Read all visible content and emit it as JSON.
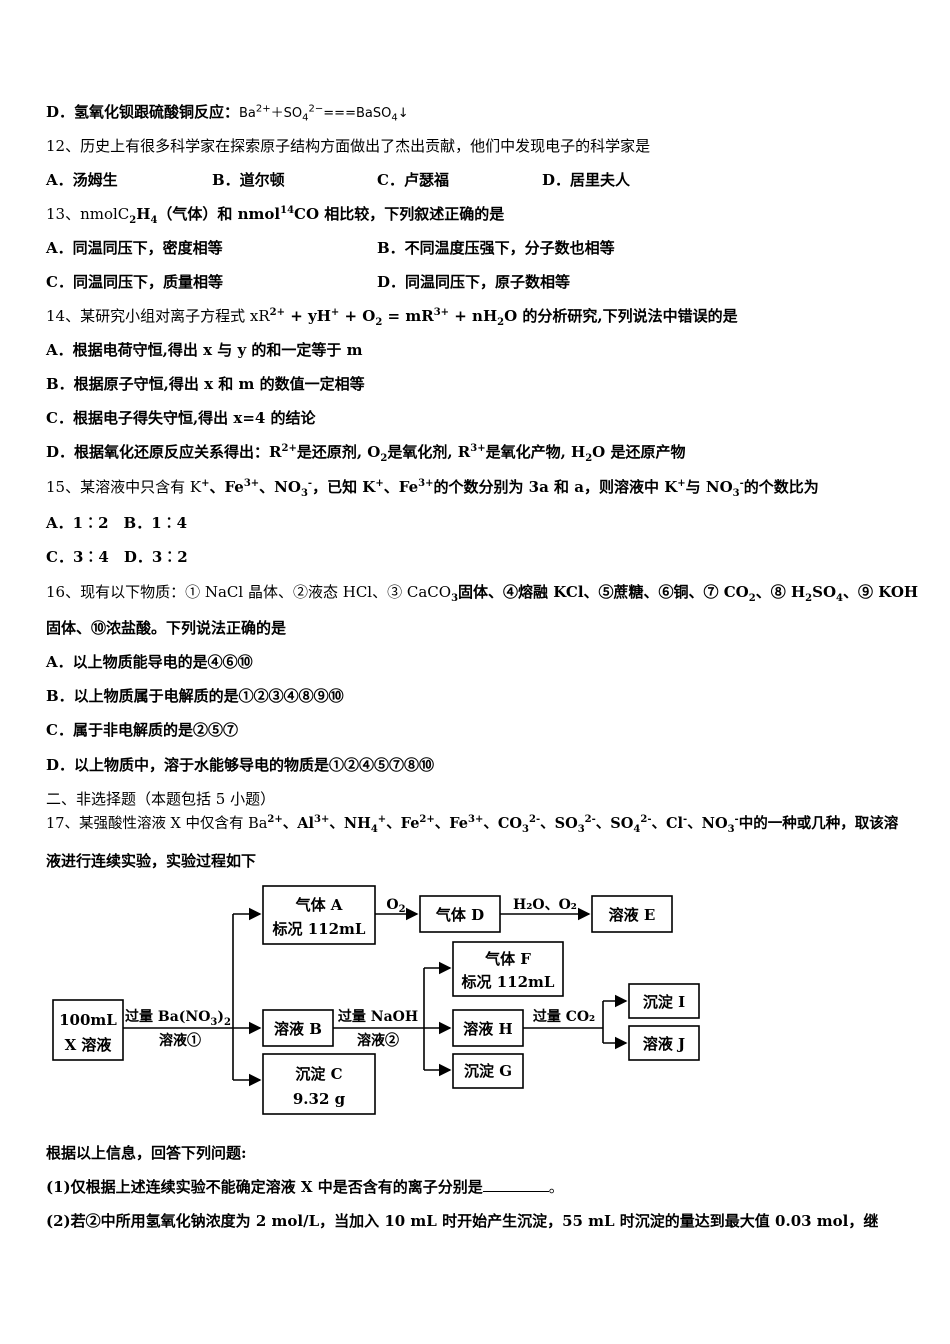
{
  "q11d": {
    "label": "D．氢氧化钡跟硫酸铜反应：",
    "ba": "Ba",
    "ba_sup": "2+",
    "plus": "＋",
    "so": "SO",
    "so_sub": "4",
    "so_sup": "2−",
    "arrow": "===BaSO",
    "ba_sub": "4",
    "down": "↓"
  },
  "q12": {
    "stem": "12、历史上有很多科学家在探索原子结构方面做出了杰出贡献，他们中发现电子的科学家是",
    "options": [
      "A．汤姆生",
      "B．道尔顿",
      "C．卢瑟福",
      "D．居里夫人"
    ]
  },
  "q13": {
    "stem_a": "13、nmolC",
    "stem_sub1": "2",
    "stem_b": "H",
    "stem_sub2": "4",
    "stem_c": "（气体）和 nmol",
    "stem_sup": "14",
    "stem_d": "CO 相比较，下列叙述正确的是",
    "options": [
      "A．同温同压下，密度相等",
      "B．不同温度压强下，分子数也相等",
      "C．同温同压下，质量相等",
      "D．同温同压下，原子数相等"
    ]
  },
  "q14": {
    "stem_a": "14、某研究小组对离子方程式 xR",
    "s1": "2+",
    "stem_b": " + yH",
    "s2": "+",
    "stem_c": " + O",
    "s3": "2",
    "stem_d": " = mR",
    "s4": "3+",
    "stem_e": " + nH",
    "s5": "2",
    "stem_f": "O 的分析研究,下列说法中错误的是",
    "A": "A．根据电荷守恒,得出 x 与 y 的和一定等于 m",
    "B": "B．根据原子守恒,得出 x 和 m 的数值一定相等",
    "C": "C．根据电子得失守恒,得出 x=4 的结论",
    "D_a": "D．根据氧化还原反应关系得出：R",
    "D_s1": "2+",
    "D_b": "是还原剂, O",
    "D_s2": "2",
    "D_c": "是氧化剂, R",
    "D_s3": "3+",
    "D_d": "是氧化产物, H",
    "D_s4": "2",
    "D_e": "O 是还原产物"
  },
  "q15": {
    "stem_a": "15、某溶液中只含有 K",
    "s1": "+",
    "stem_b": "、Fe",
    "s2": "3+",
    "stem_c": "、NO",
    "s3": "3",
    "s3b": "-",
    "stem_d": "，已知 K",
    "s4": "+",
    "stem_e": "、Fe",
    "s5": "3+",
    "stem_f": "的个数分别为 3a 和 a，则溶液中 K",
    "s6": "+",
    "stem_g": "与 NO",
    "s7": "3",
    "s7b": "-",
    "stem_h": "的个数比为",
    "row1": "A．1︰2　B．1︰4",
    "row2": "C．3︰4　D．3︰2"
  },
  "q16": {
    "stem_a": "16、现有以下物质：① NaCl 晶体、②液态 HCl、③ CaCO",
    "s1": "3",
    "stem_b": "固体、④熔融 KCl、⑤蔗糖、⑥铜、⑦ CO",
    "s2": "2",
    "stem_c": "、⑧ H",
    "s3": "2",
    "stem_d": "SO",
    "s4": "4",
    "stem_e": "、⑨ KOH",
    "stem2": "固体、⑩浓盐酸。下列说法正确的是",
    "A": "A．以上物质能导电的是④⑥⑩",
    "B": "B．以上物质属于电解质的是①②③④⑧⑨⑩",
    "C": "C．属于非电解质的是②⑤⑦",
    "D": "D．以上物质中，溶于水能够导电的物质是①②④⑤⑦⑧⑩"
  },
  "section2": "二、非选择题（本题包括 5 小题）",
  "q17": {
    "stem_a": "17、某强酸性溶液 X 中仅含有 Ba",
    "s1": "2+",
    "stem_b": "、Al",
    "s2": "3+",
    "stem_c": "、NH",
    "s3": "4",
    "s3b": "+",
    "stem_d": "、Fe",
    "s4": "2+",
    "stem_e": "、Fe",
    "s5": "3+",
    "stem_f": "、CO",
    "s6": "3",
    "s6b": "2-",
    "stem_g": "、SO",
    "s7": "3",
    "s7b": "2-",
    "stem_h": "、SO",
    "s8": "4",
    "s8b": "2-",
    "stem_i": "、Cl",
    "s9": "-",
    "stem_j": "、NO",
    "s10": "3",
    "s10b": "-",
    "stem_k": "中的一种或几种，取该溶",
    "stem2": "液进行连续实验，实验过程如下",
    "diagram": {
      "x_solution": [
        "100mL",
        "X 溶液"
      ],
      "reagent1": [
        "过量 Ba(NO",
        "3",
        ")",
        "2",
        "溶液①"
      ],
      "gas_a": [
        "气体 A",
        "标况 112mL"
      ],
      "o2": "O",
      "o2_sub": "2",
      "gas_d": "气体 D",
      "h2o_o2": "H₂O、O₂",
      "solution_e": "溶液 E",
      "solution_b": "溶液 B",
      "reagent2": [
        "过量 NaOH",
        "溶液②"
      ],
      "gas_f": [
        "气体 F",
        "标况 112mL"
      ],
      "solution_h": "溶液 H",
      "co2": "过量 CO₂",
      "precip_i": "沉淀 I",
      "solution_j": "溶液 J",
      "precip_g": "沉淀 G",
      "precip_c": [
        "沉淀 C",
        "9.32 g"
      ]
    },
    "intro": "根据以上信息，回答下列问题:",
    "p1_a": "(1)仅根据上述连续实验不能确定溶液 X 中是否含有的离子分别是",
    "p1_b": "。",
    "p2": "(2)若②中所用氢氧化钠浓度为 2 mol/L，当加入 10 mL 时开始产生沉淀，55 mL 时沉淀的量达到最大值 0.03 mol，继"
  }
}
